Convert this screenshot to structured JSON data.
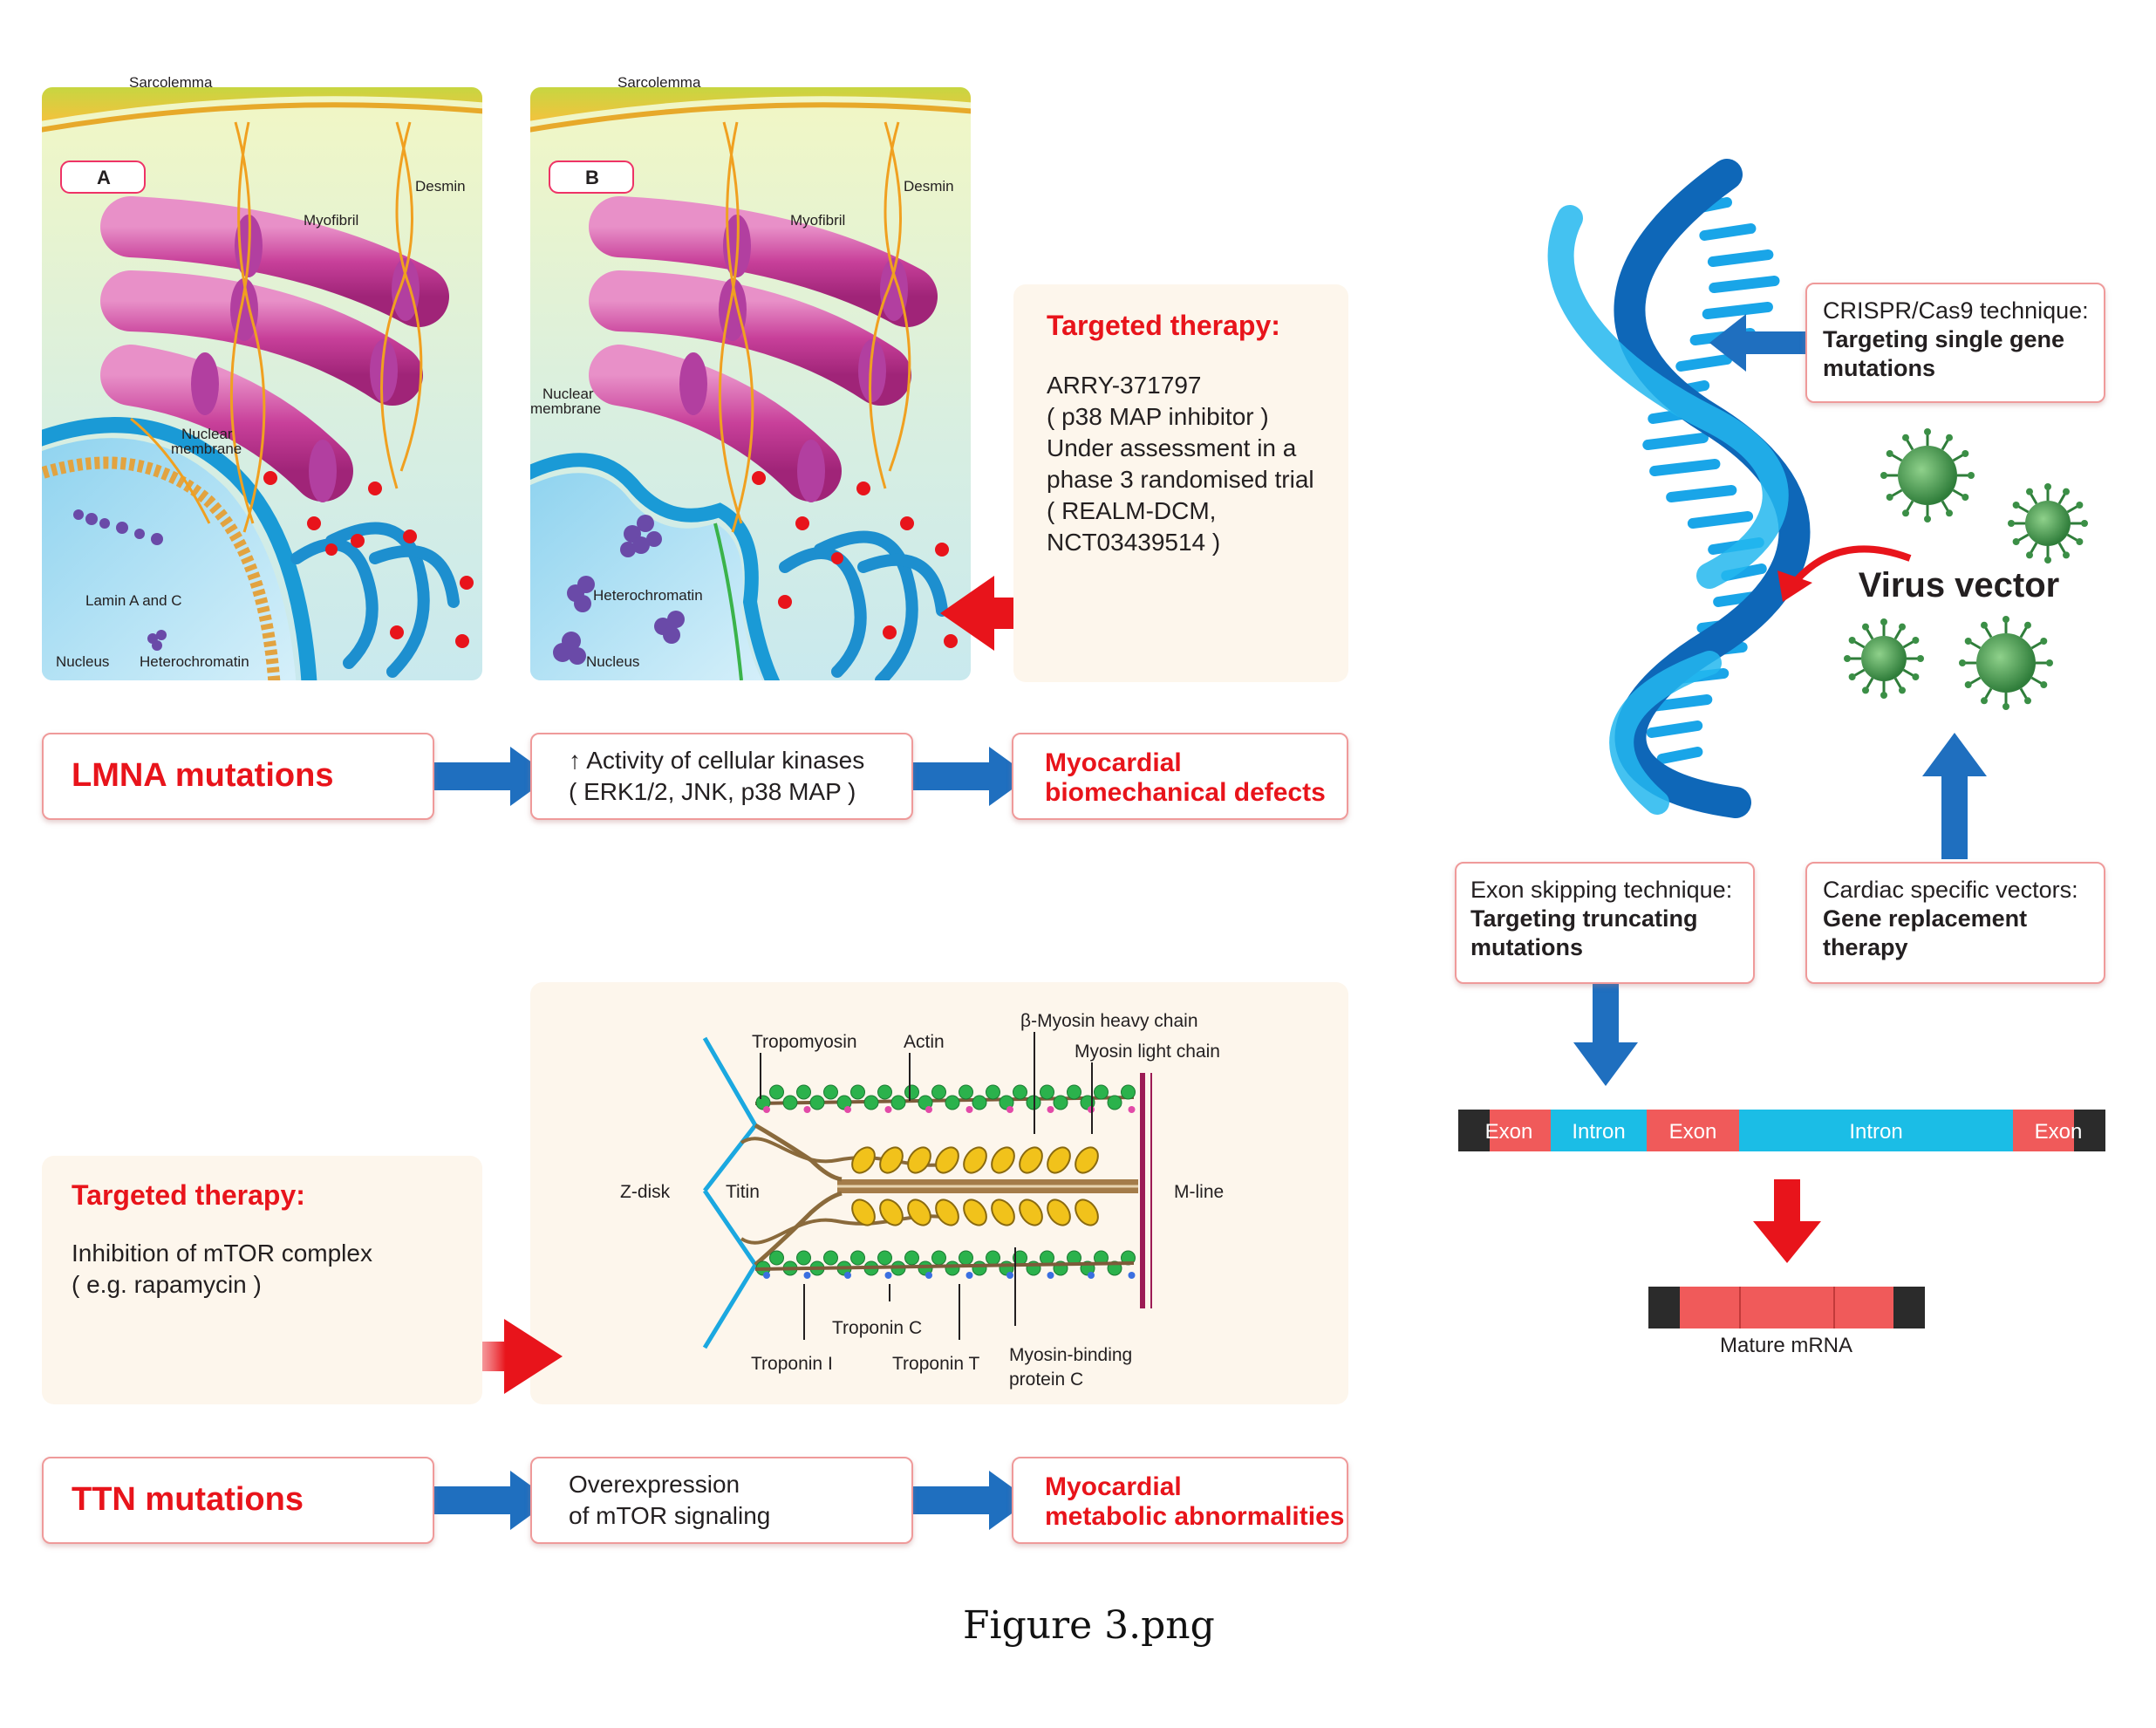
{
  "panel_a": {
    "letter": "A",
    "sarcolemma": "Sarcolemma",
    "desmin": "Desmin",
    "myofibril": "Myofibril",
    "nuclear_membrane": [
      "Nuclear",
      "membrane"
    ],
    "lamin": "Lamin A and C",
    "nucleus": "Nucleus",
    "heterochromatin": "Heterochromatin"
  },
  "panel_b": {
    "letter": "B",
    "sarcolemma": "Sarcolemma",
    "desmin": "Desmin",
    "myofibril": "Myofibril",
    "nuclear_membrane": [
      "Nuclear",
      "membrane"
    ],
    "heterochromatin": "Heterochromatin",
    "nucleus": "Nucleus"
  },
  "therapy_lmna": {
    "heading": "Targeted therapy:",
    "lines": [
      "ARRY-371797",
      "( p38 MAP inhibitor )",
      "Under assessment in a",
      "phase 3 randomised trial",
      "( REALM-DCM,",
      "NCT03439514 )"
    ]
  },
  "lmna_flow": {
    "start": "LMNA mutations",
    "middle": [
      "Activity of cellular kinases",
      "( ERK1/2, JNK, p38 MAP )"
    ],
    "middle_arrow": "↑",
    "end": [
      "Myocardial",
      "biomechanical defects"
    ]
  },
  "sarcomere": {
    "tropomyosin": "Tropomyosin",
    "actin": "Actin",
    "heavy_chain": "β-Myosin heavy chain",
    "light_chain": "Myosin light chain",
    "zdisk": "Z-disk",
    "titin": "Titin",
    "mline": "M-line",
    "troponin_c": "Troponin C",
    "troponin_i": "Troponin I",
    "troponin_t": "Troponin T",
    "mybpc": [
      "Myosin-binding",
      "protein C"
    ]
  },
  "therapy_ttn": {
    "heading": "Targeted therapy:",
    "lines": [
      "Inhibition of mTOR complex",
      "( e.g. rapamycin )"
    ]
  },
  "ttn_flow": {
    "start": "TTN mutations",
    "middle": [
      "Overexpression",
      "of mTOR signaling"
    ],
    "end": [
      "Myocardial",
      "metabolic abnormalities"
    ]
  },
  "gene_therapy": {
    "crispr": {
      "title": "CRISPR/Cas9 technique:",
      "bold": [
        "Targeting single gene",
        "mutations"
      ]
    },
    "virus_label": "Virus vector",
    "exon_skip": {
      "title": "Exon skipping technique:",
      "bold": [
        "Targeting truncating",
        "mutations"
      ]
    },
    "cardiac": {
      "title": "Cardiac specific vectors:",
      "bold": [
        "Gene replacement",
        "therapy"
      ]
    },
    "gene_segments": [
      "Exon",
      "Intron",
      "Exon",
      "Intron",
      "Exon"
    ],
    "mature_mrna": "Mature mRNA"
  },
  "caption": "Figure 3.png",
  "colors": {
    "accent_red": "#e8141b",
    "arrow_blue": "#1f6fbf",
    "box_border": "#ef9a9a",
    "panel_bg": "#fdf6ec",
    "exon": "#f05a5a",
    "intron": "#1bbde6"
  }
}
